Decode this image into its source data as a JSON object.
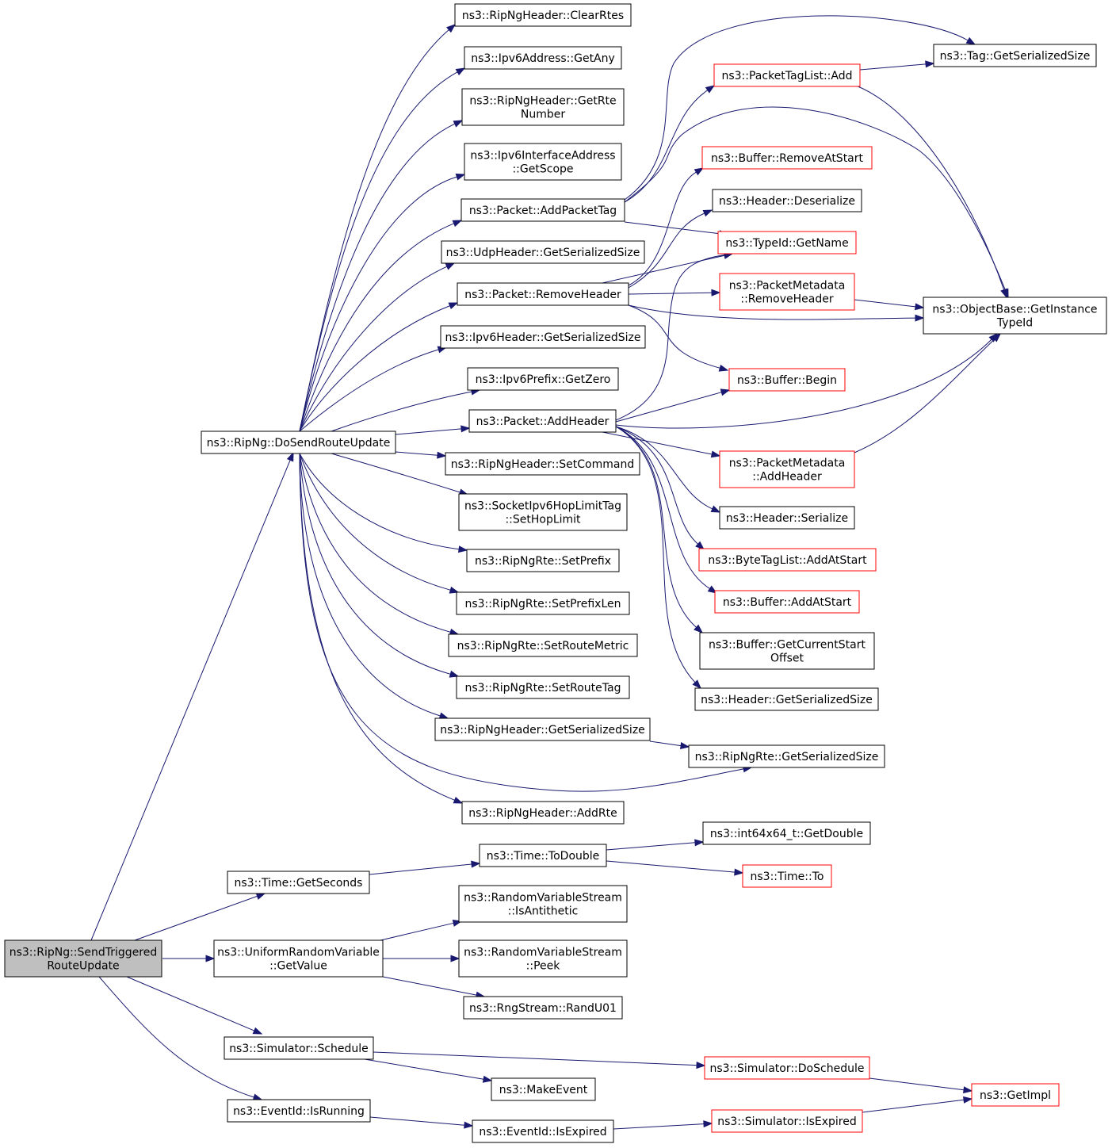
{
  "colors": {
    "edge": "#191970",
    "node_fill": "#ffffff",
    "node_border": "#000000",
    "node_border_truncated": "#ff0000",
    "root_fill": "#bfbfbf"
  },
  "nodes": {
    "send_triggered": {
      "lines": [
        "ns3::RipNg::SendTriggered",
        "RouteUpdate"
      ],
      "style": "root"
    },
    "do_send": {
      "lines": [
        "ns3::RipNg::DoSendRouteUpdate"
      ],
      "style": "normal"
    },
    "get_seconds": {
      "lines": [
        "ns3::Time::GetSeconds"
      ],
      "style": "normal"
    },
    "uniform_get_value": {
      "lines": [
        "ns3::UniformRandomVariable",
        "::GetValue"
      ],
      "style": "normal"
    },
    "sim_schedule": {
      "lines": [
        "ns3::Simulator::Schedule"
      ],
      "style": "normal"
    },
    "eventid_isrunning": {
      "lines": [
        "ns3::EventId::IsRunning"
      ],
      "style": "normal"
    },
    "clear_rtes": {
      "lines": [
        "ns3::RipNgHeader::ClearRtes"
      ],
      "style": "normal"
    },
    "ipv6addr_getany": {
      "lines": [
        "ns3::Ipv6Address::GetAny"
      ],
      "style": "normal"
    },
    "getrte_number": {
      "lines": [
        "ns3::RipNgHeader::GetRte",
        "Number"
      ],
      "style": "normal"
    },
    "ipv6ifaddr_getscope": {
      "lines": [
        "ns3::Ipv6InterfaceAddress",
        "::GetScope"
      ],
      "style": "normal"
    },
    "packet_addpackettag": {
      "lines": [
        "ns3::Packet::AddPacketTag"
      ],
      "style": "normal"
    },
    "udp_getsersize": {
      "lines": [
        "ns3::UdpHeader::GetSerializedSize"
      ],
      "style": "normal"
    },
    "packet_removeheader": {
      "lines": [
        "ns3::Packet::RemoveHeader"
      ],
      "style": "normal"
    },
    "ipv6hdr_getsersize": {
      "lines": [
        "ns3::Ipv6Header::GetSerializedSize"
      ],
      "style": "normal"
    },
    "ipv6prefix_getzero": {
      "lines": [
        "ns3::Ipv6Prefix::GetZero"
      ],
      "style": "normal"
    },
    "packet_addheader": {
      "lines": [
        "ns3::Packet::AddHeader"
      ],
      "style": "normal"
    },
    "setcommand": {
      "lines": [
        "ns3::RipNgHeader::SetCommand"
      ],
      "style": "normal"
    },
    "sethoplimit": {
      "lines": [
        "ns3::SocketIpv6HopLimitTag",
        "::SetHopLimit"
      ],
      "style": "normal"
    },
    "setprefix": {
      "lines": [
        "ns3::RipNgRte::SetPrefix"
      ],
      "style": "normal"
    },
    "setprefixlen": {
      "lines": [
        "ns3::RipNgRte::SetPrefixLen"
      ],
      "style": "normal"
    },
    "setroutemetric": {
      "lines": [
        "ns3::RipNgRte::SetRouteMetric"
      ],
      "style": "normal"
    },
    "setroutetag": {
      "lines": [
        "ns3::RipNgRte::SetRouteTag"
      ],
      "style": "normal"
    },
    "ripnghdr_getsersize": {
      "lines": [
        "ns3::RipNgHeader::GetSerializedSize"
      ],
      "style": "normal"
    },
    "addrte": {
      "lines": [
        "ns3::RipNgHeader::AddRte"
      ],
      "style": "normal"
    },
    "time_todouble": {
      "lines": [
        "ns3::Time::ToDouble"
      ],
      "style": "normal"
    },
    "rvs_isantithetic": {
      "lines": [
        "ns3::RandomVariableStream",
        "::IsAntithetic"
      ],
      "style": "normal"
    },
    "rvs_peek": {
      "lines": [
        "ns3::RandomVariableStream",
        "::Peek"
      ],
      "style": "normal"
    },
    "rng_randu01": {
      "lines": [
        "ns3::RngStream::RandU01"
      ],
      "style": "normal"
    },
    "makeevent": {
      "lines": [
        "ns3::MakeEvent"
      ],
      "style": "normal"
    },
    "eventid_isexpired": {
      "lines": [
        "ns3::EventId::IsExpired"
      ],
      "style": "normal"
    },
    "packettaglist_add": {
      "lines": [
        "ns3::PacketTagList::Add"
      ],
      "style": "truncated"
    },
    "buffer_removeatstart": {
      "lines": [
        "ns3::Buffer::RemoveAtStart"
      ],
      "style": "truncated"
    },
    "header_deserialize": {
      "lines": [
        "ns3::Header::Deserialize"
      ],
      "style": "normal"
    },
    "typeid_getname": {
      "lines": [
        "ns3::TypeId::GetName"
      ],
      "style": "truncated"
    },
    "pm_removeheader": {
      "lines": [
        "ns3::PacketMetadata",
        "::RemoveHeader"
      ],
      "style": "truncated"
    },
    "buffer_begin": {
      "lines": [
        "ns3::Buffer::Begin"
      ],
      "style": "truncated"
    },
    "pm_addheader": {
      "lines": [
        "ns3::PacketMetadata",
        "::AddHeader"
      ],
      "style": "truncated"
    },
    "header_serialize": {
      "lines": [
        "ns3::Header::Serialize"
      ],
      "style": "normal"
    },
    "bytetaglist_addatstart": {
      "lines": [
        "ns3::ByteTagList::AddAtStart"
      ],
      "style": "truncated"
    },
    "buffer_addatstart": {
      "lines": [
        "ns3::Buffer::AddAtStart"
      ],
      "style": "truncated"
    },
    "buffer_getcurstart": {
      "lines": [
        "ns3::Buffer::GetCurrentStart",
        "Offset"
      ],
      "style": "normal"
    },
    "header_getsersize": {
      "lines": [
        "ns3::Header::GetSerializedSize"
      ],
      "style": "normal"
    },
    "ripngrte_getsersize": {
      "lines": [
        "ns3::RipNgRte::GetSerializedSize"
      ],
      "style": "normal"
    },
    "int64_getdouble": {
      "lines": [
        "ns3::int64x64_t::GetDouble"
      ],
      "style": "normal"
    },
    "time_to": {
      "lines": [
        "ns3::Time::To"
      ],
      "style": "truncated"
    },
    "sim_doschedule": {
      "lines": [
        "ns3::Simulator::DoSchedule"
      ],
      "style": "truncated"
    },
    "sim_isexpired": {
      "lines": [
        "ns3::Simulator::IsExpired"
      ],
      "style": "truncated"
    },
    "tag_getsersize": {
      "lines": [
        "ns3::Tag::GetSerializedSize"
      ],
      "style": "normal"
    },
    "objbase_getinstance": {
      "lines": [
        "ns3::ObjectBase::GetInstance",
        "TypeId"
      ],
      "style": "normal"
    },
    "getimpl": {
      "lines": [
        "ns3::GetImpl"
      ],
      "style": "truncated"
    }
  }
}
